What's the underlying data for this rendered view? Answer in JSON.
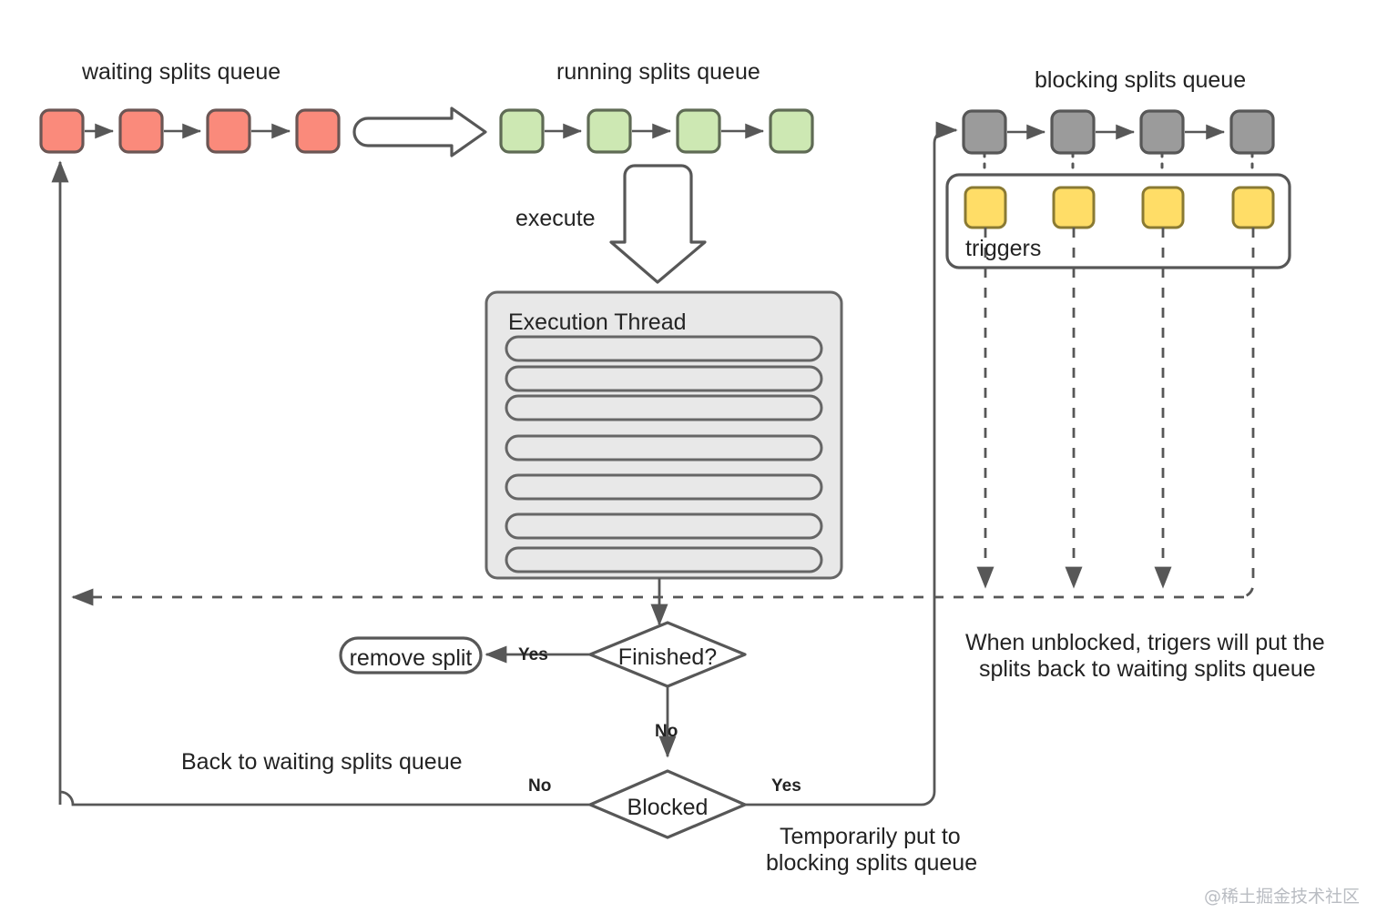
{
  "diagram": {
    "title_waiting": "waiting splits queue",
    "title_running": "running splits queue",
    "title_blocking": "blocking splits queue",
    "label_execute": "execute",
    "label_triggers": "triggers",
    "label_execution_thread": "Execution Thread",
    "label_remove_split": "remove split",
    "label_finished": "Finished?",
    "label_blocked": "Blocked",
    "label_yes_finished": "Yes",
    "label_no_finished": "No",
    "label_no_blocked": "No",
    "label_yes_blocked": "Yes",
    "note_back_to_waiting": "Back to waiting splits queue",
    "note_temporarily_line1": "Temporarily put to",
    "note_temporarily_line2": "blocking splits queue",
    "note_unblocked_line1": "When unblocked, trigers will put the",
    "note_unblocked_line2": "splits back to waiting splits queue",
    "watermark": "@稀土掘金技术社区"
  },
  "queues": {
    "waiting": {
      "name": "waiting splits queue",
      "count": 4,
      "fill": "#FA8A7B",
      "stroke": "#6B5654"
    },
    "running": {
      "name": "running splits queue",
      "count": 4,
      "fill": "#CDE8B3",
      "stroke": "#5F6B55"
    },
    "blocking": {
      "name": "blocking splits queue",
      "count": 4,
      "fill": "#9B9B9B",
      "stroke": "#575757"
    },
    "triggers": {
      "name": "triggers",
      "count": 4,
      "fill": "#FFDD67",
      "stroke": "#8A7A33"
    }
  },
  "execution_thread": {
    "title": "Execution Thread",
    "bar_count": 7,
    "fill": "#E8E8E8",
    "stroke": "#666666"
  },
  "colors": {
    "line": "#575757",
    "text": "#232323",
    "panel_fill": "#E8E8E8",
    "white": "#ffffff",
    "watermark": "#b9bcc2"
  }
}
